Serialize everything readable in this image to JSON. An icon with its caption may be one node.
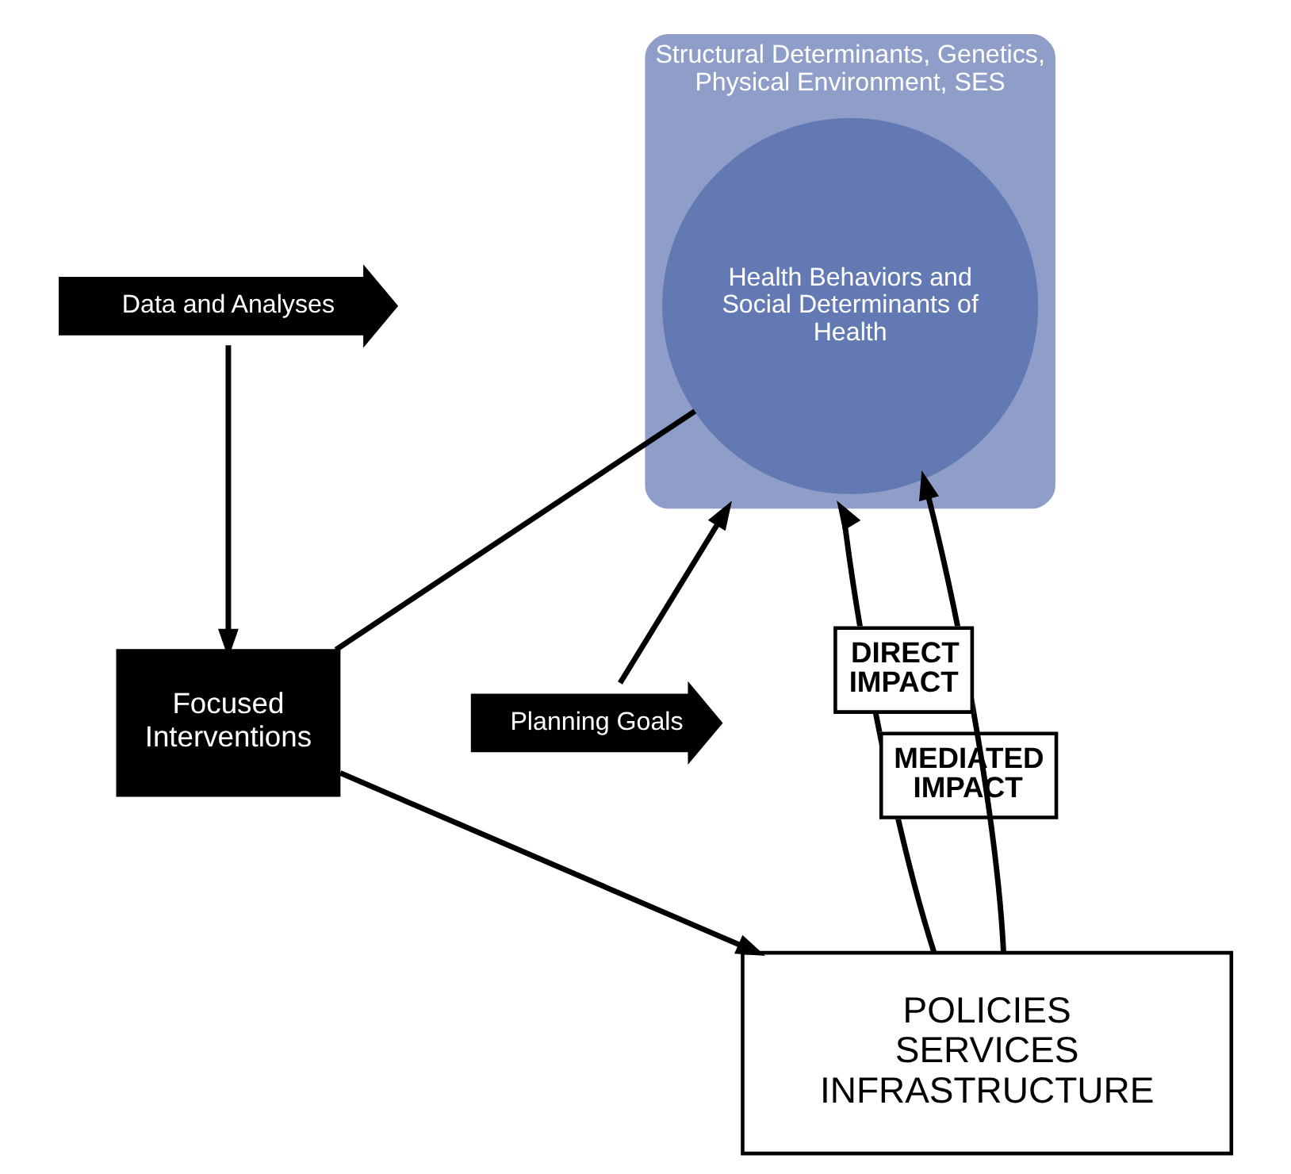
{
  "diagram": {
    "nodes": [
      {
        "text": [
          "Structural Determinants, Genetics, Physical Environment, SES"
        ]
      },
      {
        "text": [
          "Health Behaviors and Social Determinants of Health"
        ],
        "in": 0
      },
      {
        "text": [
          "Planning Goals"
        ]
      },
      {
        "text": [
          "Data and Analyses"
        ]
      },
      {
        "text": [
          "Focused Interventions"
        ]
      },
      {
        "text": [
          "POLICIES SERVICES INFRASTRUCTURE"
        ]
      }
    ],
    "edges": [
      {
        "from": 2,
        "to": 0,
        "arrow": "to"
      },
      {
        "from": 3,
        "to": 4,
        "arrow": "to"
      },
      {
        "from": 1,
        "to": 4,
        "arrow": "none"
      },
      {
        "from": 4,
        "to": 5,
        "arrow": "to"
      },
      {
        "from": 5,
        "to": 0,
        "arrow": "to",
        "label": "MEDIATED IMPACT"
      },
      {
        "from": 5,
        "to": 1,
        "arrow": "to",
        "label": "DIRECT IMPACT"
      }
    ]
  }
}
